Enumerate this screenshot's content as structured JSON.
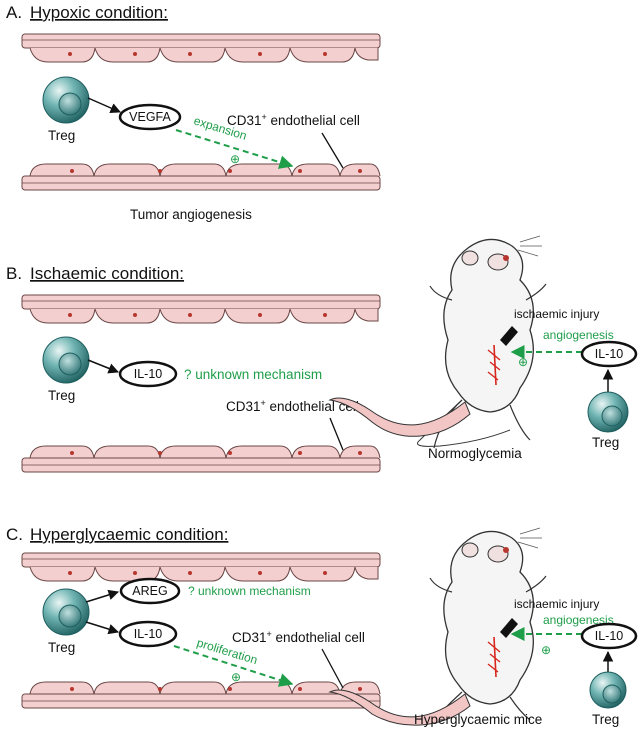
{
  "sections": {
    "a": {
      "letter": "A.",
      "title": "Hypoxic condition:",
      "treg_label": "Treg",
      "factor": "VEGFA",
      "arrow_label": "expansion",
      "plus": "⊕",
      "cell_label_main": "CD31",
      "cell_label_sup": "+",
      "cell_label_rest": " endothelial cell",
      "caption": "Tumor angiogenesis"
    },
    "b": {
      "letter": "B.",
      "title": "Ischaemic condition:",
      "treg_label": "Treg",
      "factor": "IL-10",
      "mechanism": "? unknown mechanism",
      "cell_label_main": "CD31",
      "cell_label_sup": "+",
      "cell_label_rest": " endothelial cell",
      "injury": "ischaemic injury",
      "angio": "angiogenesis",
      "plus": "⊕",
      "mouse_factor": "IL-10",
      "mouse_treg": "Treg",
      "mouse_caption": "Normoglycemia"
    },
    "c": {
      "letter": "C.",
      "title": "Hyperglycaemic condition:",
      "treg_label": "Treg",
      "factor1": "AREG",
      "mechanism": "? unknown mechanism",
      "factor2": "IL-10",
      "arrow_label": "proliferation",
      "plus": "⊕",
      "cell_label_main": "CD31",
      "cell_label_sup": "+",
      "cell_label_rest": " endothelial cell",
      "injury": "ischaemic injury",
      "angio": "angiogenesis",
      "plus2": "⊕",
      "mouse_factor": "IL-10",
      "mouse_treg": "Treg",
      "mouse_caption": "Hyperglycaemic mice"
    }
  },
  "colors": {
    "vessel_fill": "#f3d0cf",
    "vessel_stroke": "#6b4646",
    "nucleus": "#b7362f",
    "treg_outer": "#3f8f90",
    "treg_inner": "#2f7576",
    "arrow_green": "#1f9e4a",
    "vessel_red": "#d7261e"
  }
}
